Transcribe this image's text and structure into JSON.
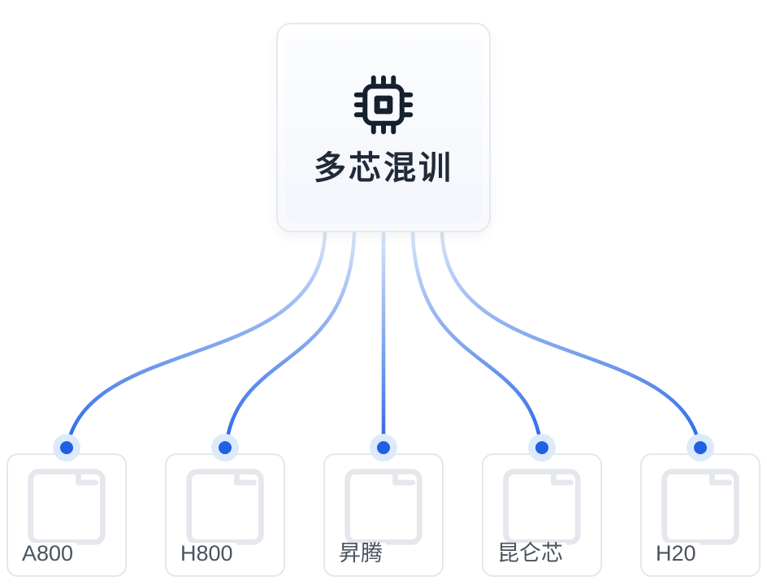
{
  "diagram": {
    "type": "tree",
    "root": "多芯混训",
    "children": [
      "A800",
      "H800",
      "昇腾",
      "昆仑芯",
      "H20"
    ]
  },
  "root_card": {
    "title": "多芯混训",
    "icon": "cpu-icon"
  },
  "chips": [
    {
      "label": "A800",
      "icon": "accelerator-card-icon"
    },
    {
      "label": "H800",
      "icon": "accelerator-card-icon"
    },
    {
      "label": "昇腾",
      "icon": "accelerator-card-icon"
    },
    {
      "label": "昆仑芯",
      "icon": "accelerator-card-icon"
    },
    {
      "label": "H20",
      "icon": "accelerator-card-icon"
    }
  ],
  "colors": {
    "connector_start": "#d8e5f8",
    "connector_end": "#2a63e8",
    "dot": "#2160e4",
    "dot_halo": "#dceafc",
    "root_border": "#e7e9ee",
    "root_icon": "#16202e",
    "root_title_color": "#212a38",
    "chip_border": "#e4e7eb",
    "chip_icon_color": "#e4e7ec",
    "chip_label_color": "#4a5460"
  }
}
